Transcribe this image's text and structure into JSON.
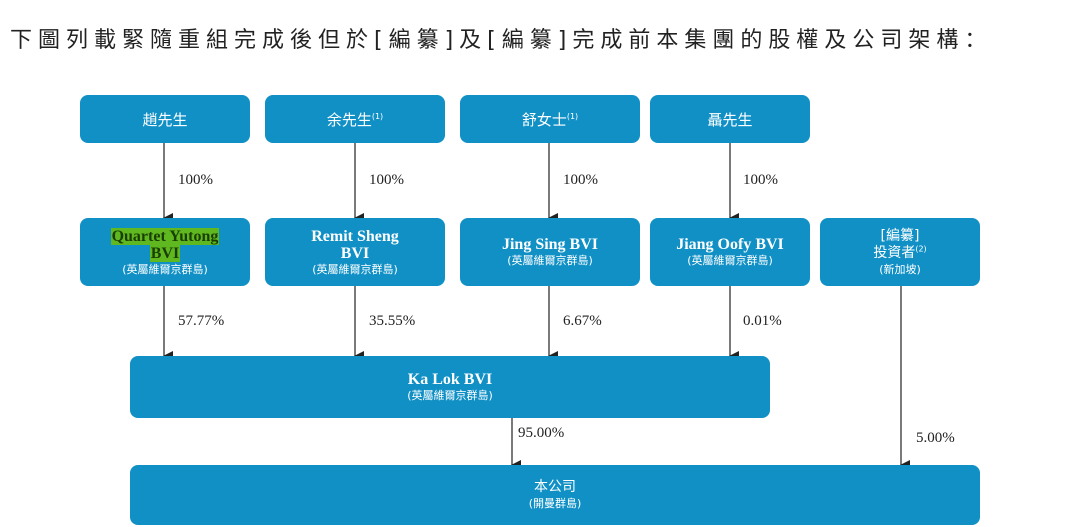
{
  "heading": "下圖列載緊隨重組完成後但於[編纂]及[編纂]完成前本集團的股權及公司架構：",
  "shareholders": [
    {
      "name": "趙先生",
      "note": ""
    },
    {
      "name": "余先生",
      "note": "(1)"
    },
    {
      "name": "舒女士",
      "note": "(1)"
    },
    {
      "name": "聶先生",
      "note": ""
    }
  ],
  "holding_pcts": [
    "100%",
    "100%",
    "100%",
    "100%"
  ],
  "bvi_entities": [
    {
      "line1": "Quartet Yutong",
      "line2": "BVI",
      "sub": "(英屬維爾京群島)"
    },
    {
      "line1": "Remit Sheng",
      "line2": "BVI",
      "sub": "(英屬維爾京群島)"
    },
    {
      "line1": "Jing Sing BVI",
      "line2": "",
      "sub": "(英屬維爾京群島)"
    },
    {
      "line1": "Jiang Oofy BVI",
      "line2": "",
      "sub": "(英屬維爾京群島)"
    }
  ],
  "investor": {
    "line1": "[編纂]",
    "line2": "投資者",
    "note": "(2)",
    "sub": "(新加坡)"
  },
  "kalok_pcts": [
    "57.77%",
    "35.55%",
    "6.67%",
    "0.01%"
  ],
  "kalok": {
    "name": "Ka Lok BVI",
    "sub": "(英屬維爾京群島)"
  },
  "company_pcts": {
    "kalok": "95.00%",
    "investor": "5.00%"
  },
  "company": {
    "name": "本公司",
    "sub": "(開曼群島)"
  },
  "colors": {
    "box": "#1190c6",
    "highlight": "#5fb820",
    "line": "#222222"
  }
}
